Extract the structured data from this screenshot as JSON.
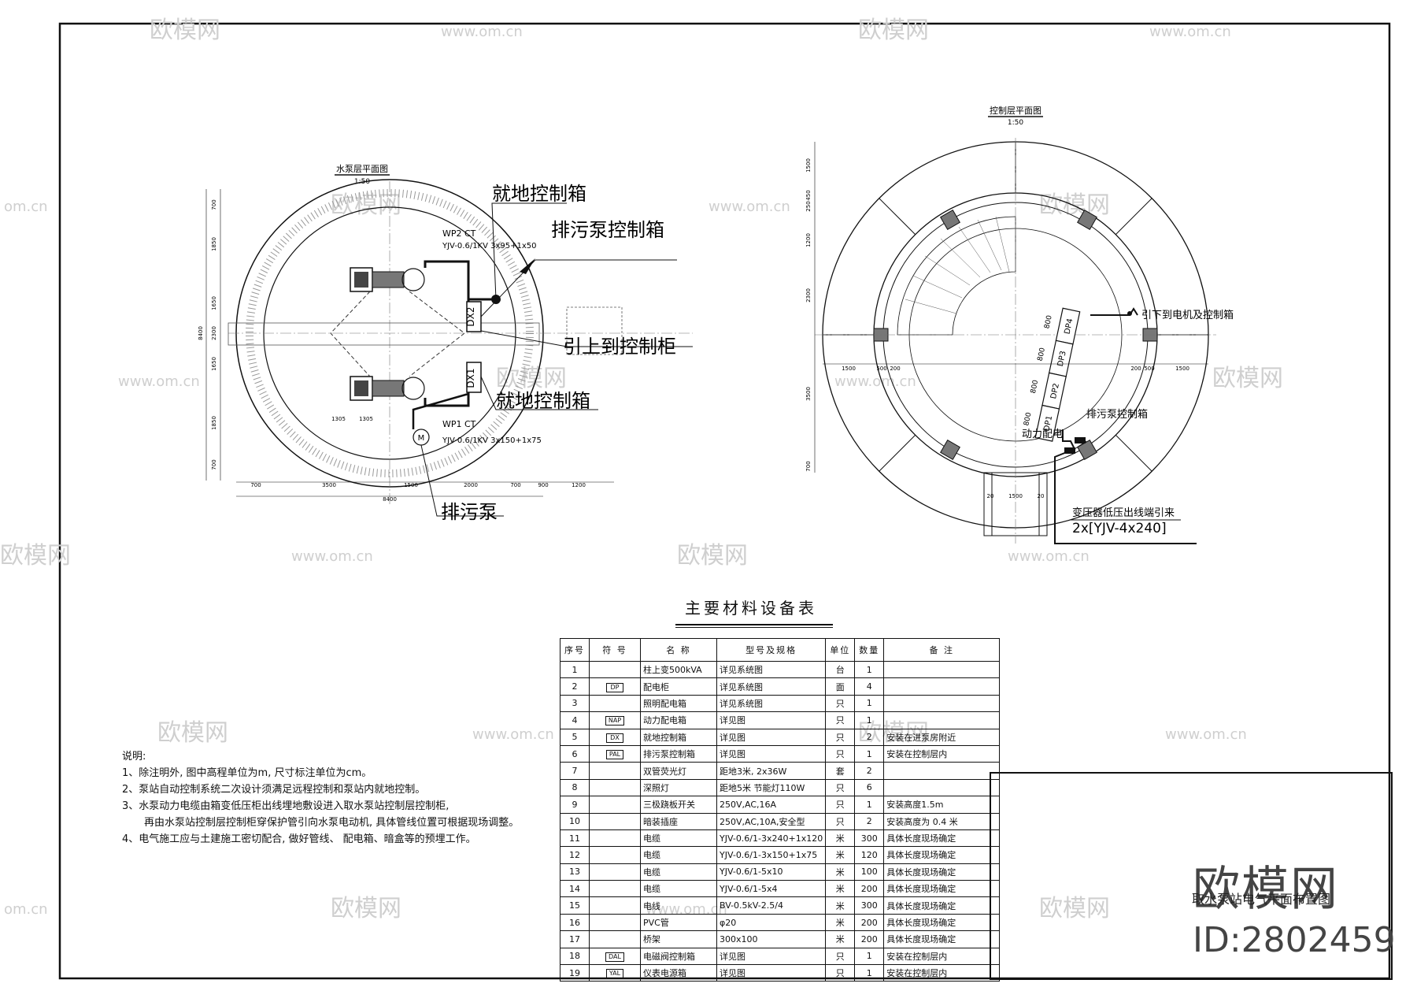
{
  "pump_plan": {
    "title": "水泵层平面图",
    "scale": "1:50",
    "labels": {
      "local_box_top": "就地控制箱",
      "sewage_ctrl": "排污泵控制箱",
      "up_to_cabinet": "引上到控制柜",
      "local_box_bottom": "就地控制箱",
      "sewage_pump": "排污泵",
      "wp2": "WP2 CT",
      "wp2_cable": "YJV-0.6/1KV 3x95+1x50",
      "wp1": "WP1 CT",
      "wp1_cable": "YJV-0.6/1KV 3x150+1x75",
      "dx2": "DX2",
      "dx1": "DX1",
      "motor": "M"
    },
    "dims_bottom": [
      "700",
      "3500",
      "1500",
      "2000",
      "700",
      "900",
      "1200"
    ],
    "dim_total": "8400",
    "dims_left": [
      "700",
      "1850",
      "1650",
      "2300",
      "1650",
      "1850",
      "700"
    ],
    "dim_left_total": "8400",
    "dim_1305a": "1305",
    "dim_1305b": "1305"
  },
  "control_plan": {
    "title": "控制层平面图",
    "scale": "1:50",
    "labels": {
      "down_to_motor": "引下到电机及控制箱",
      "sewage_ctrl": "排污泵控制箱",
      "power_box": "动力配电",
      "transformer": "变压器低压出线端引来",
      "cable": "2x[YJV-4x240]",
      "dp1": "DP1",
      "dp2": "DP2",
      "dp3": "DP3",
      "dp4": "DP4"
    },
    "dims_left": [
      "1500",
      "450",
      "250",
      "1200",
      "2300",
      "3500",
      "700"
    ],
    "dims_bottom": [
      "1500",
      "500",
      "200",
      "200",
      "500",
      "1500"
    ],
    "dims_entry": [
      "20",
      "1500",
      "20"
    ],
    "cabinet_dims": [
      "800",
      "800",
      "800",
      "800"
    ]
  },
  "materials": {
    "title": "主要材料设备表",
    "headers": [
      "序号",
      "符 号",
      "名 称",
      "型号及规格",
      "单位",
      "数量",
      "备 注"
    ],
    "rows": [
      {
        "no": "1",
        "sym": "",
        "name": "柱上变500kVA",
        "spec": "详见系统图",
        "unit": "台",
        "qty": "1",
        "note": ""
      },
      {
        "no": "2",
        "sym": "DP",
        "name": "配电柜",
        "spec": "详见系统图",
        "unit": "面",
        "qty": "4",
        "note": ""
      },
      {
        "no": "3",
        "sym": "",
        "name": "照明配电箱",
        "spec": "详见系统图",
        "unit": "只",
        "qty": "1",
        "note": ""
      },
      {
        "no": "4",
        "sym": "NAP",
        "name": "动力配电箱",
        "spec": "详见图",
        "unit": "只",
        "qty": "1",
        "note": ""
      },
      {
        "no": "5",
        "sym": "DX",
        "name": "就地控制箱",
        "spec": "详见图",
        "unit": "只",
        "qty": "2",
        "note": "安装在进泵房附近"
      },
      {
        "no": "6",
        "sym": "PAL",
        "name": "排污泵控制箱",
        "spec": "详见图",
        "unit": "只",
        "qty": "1",
        "note": "安装在控制层内"
      },
      {
        "no": "7",
        "sym": "",
        "name": "双管荧光灯",
        "spec": "距地3米, 2x36W",
        "unit": "套",
        "qty": "2",
        "note": ""
      },
      {
        "no": "8",
        "sym": "",
        "name": "深照灯",
        "spec": "距地5米 节能灯110W",
        "unit": "只",
        "qty": "6",
        "note": ""
      },
      {
        "no": "9",
        "sym": "",
        "name": "三极跷板开关",
        "spec": "250V,AC,16A",
        "unit": "只",
        "qty": "1",
        "note": "安装高度1.5m"
      },
      {
        "no": "10",
        "sym": "",
        "name": "暗装插座",
        "spec": "250V,AC,10A,安全型",
        "unit": "只",
        "qty": "2",
        "note": "安装高度为 0.4 米"
      },
      {
        "no": "11",
        "sym": "",
        "name": "电缆",
        "spec": "YJV-0.6/1-3x240+1x120",
        "unit": "米",
        "qty": "300",
        "note": "具体长度现场确定"
      },
      {
        "no": "12",
        "sym": "",
        "name": "电缆",
        "spec": "YJV-0.6/1-3x150+1x75",
        "unit": "米",
        "qty": "120",
        "note": "具体长度现场确定"
      },
      {
        "no": "13",
        "sym": "",
        "name": "电缆",
        "spec": "YJV-0.6/1-5x10",
        "unit": "米",
        "qty": "100",
        "note": "具体长度现场确定"
      },
      {
        "no": "14",
        "sym": "",
        "name": "电缆",
        "spec": "YJV-0.6/1-5x4",
        "unit": "米",
        "qty": "200",
        "note": "具体长度现场确定"
      },
      {
        "no": "15",
        "sym": "",
        "name": "电线",
        "spec": "BV-0.5kV-2.5/4",
        "unit": "米",
        "qty": "300",
        "note": "具体长度现场确定"
      },
      {
        "no": "16",
        "sym": "",
        "name": "PVC管",
        "spec": "φ20",
        "unit": "米",
        "qty": "200",
        "note": "具体长度现场确定"
      },
      {
        "no": "17",
        "sym": "",
        "name": "桥架",
        "spec": "300x100",
        "unit": "米",
        "qty": "200",
        "note": "具体长度现场确定"
      },
      {
        "no": "18",
        "sym": "DAL",
        "name": "电磁阀控制箱",
        "spec": "详见图",
        "unit": "只",
        "qty": "1",
        "note": "安装在控制层内"
      },
      {
        "no": "19",
        "sym": "YAL",
        "name": "仪表电源箱",
        "spec": "详见图",
        "unit": "只",
        "qty": "1",
        "note": "安装在控制层内"
      }
    ]
  },
  "notes": {
    "heading": "说明:",
    "items": [
      "1、除注明外, 图中高程单位为m, 尺寸标注单位为cm。",
      "2、泵站自动控制系统二次设计须满足远程控制和泵站内就地控制。",
      "3、水泵动力电缆由箱变低压柜出线埋地敷设进入取水泵站控制层控制柜,",
      "再由水泵站控制层控制柜穿保护管引向水泵电动机, 具体管线位置可根据现场调整。",
      "4、电气施工应与土建施工密切配合, 做好管线、 配电箱、暗盒等的预埋工作。"
    ]
  },
  "title_block": {
    "drawing_title": "取水泵站电气平面布置图",
    "logo": "欧模网",
    "id": "ID:2802459"
  },
  "watermark": {
    "brand": "欧模网",
    "url": "www.om.cn",
    "short_url": "om.cn"
  }
}
